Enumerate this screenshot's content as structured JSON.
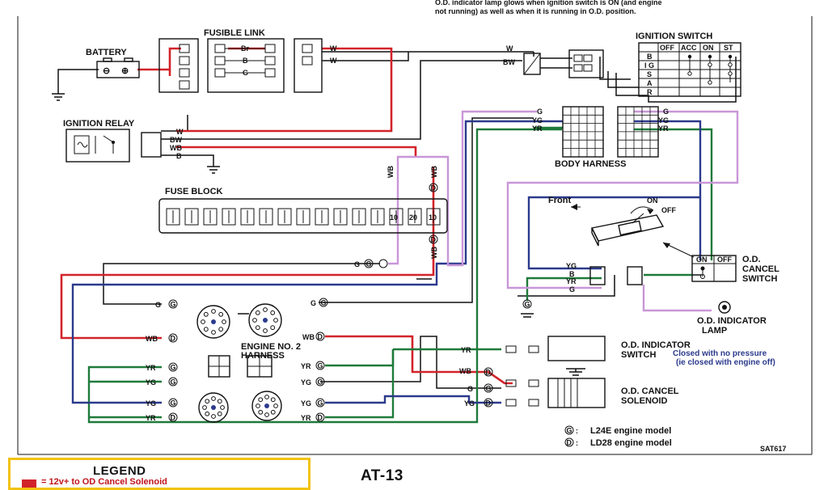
{
  "header_note": {
    "line1": "O.D. indicator lamp glows when ignition switch is ON (and engine",
    "line2": "not running) as well as when it is running in O.D. position."
  },
  "components": {
    "battery": "BATTERY",
    "fusible_link": "FUSIBLE LINK",
    "ignition_switch": "IGNITION SWITCH",
    "ignition_relay": "IGNITION RELAY",
    "fuse_block": "FUSE BLOCK",
    "body_harness": "BODY HARNESS",
    "engine_harness_line1": "ENGINE NO. 2",
    "engine_harness_line2": "HARNESS",
    "od_cancel_switch_1": "O.D.",
    "od_cancel_switch_2": "CANCEL",
    "od_cancel_switch_3": "SWITCH",
    "od_indicator_lamp_1": "O.D. INDICATOR",
    "od_indicator_lamp_2": "LAMP",
    "od_indicator_switch_1": "O.D. INDICATOR",
    "od_indicator_switch_2": "SWITCH",
    "od_cancel_solenoid_1": "O.D. CANCEL",
    "od_cancel_solenoid_2": "SOLENOID"
  },
  "ignition_switch_table": {
    "headers": [
      "OFF",
      "ACC",
      "ON",
      "ST"
    ],
    "rows": [
      "B",
      "I G",
      "S",
      "A",
      "R"
    ]
  },
  "od_switch_table": {
    "headers": [
      "ON",
      "OFF"
    ]
  },
  "switch_notes": {
    "line1": "Closed with no pressure",
    "line2": "(ie closed with engine off)"
  },
  "direction_labels": {
    "front": "Front",
    "on": "ON",
    "off": "OFF"
  },
  "wire_codes": {
    "w": "W",
    "br": "Br",
    "b": "B",
    "g": "G",
    "bw": "BW",
    "wb": "WB",
    "yg": "YG",
    "yr": "YR"
  },
  "fuse_ratings": [
    "10",
    "20",
    "10"
  ],
  "connector_markers": {
    "g_marker": "G",
    "d_marker": "D"
  },
  "model_notes": {
    "l24e": "L24E engine model",
    "ld28": "LD28 engine model"
  },
  "figure_code": "SAT617",
  "legend": {
    "title": "LEGEND",
    "entry": "= 12v+ to OD Cancel Solenoid",
    "swatch_color": "#d2232a"
  },
  "page_number": "AT-13",
  "colors": {
    "power_wire": "#d2232a",
    "green_wire": "#1f7a3a",
    "blue_wire": "#2b3a8c",
    "violet_wire": "#c996d8",
    "legend_border": "#f2c20f"
  }
}
